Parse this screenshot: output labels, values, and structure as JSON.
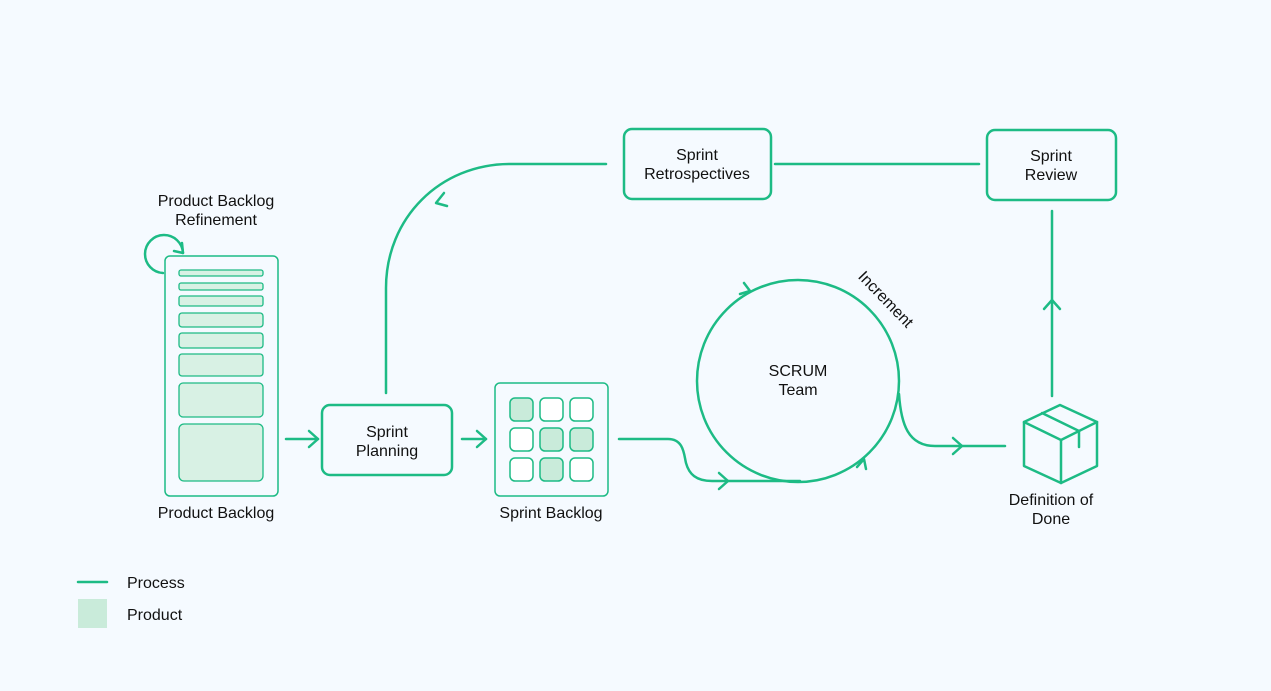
{
  "colors": {
    "process": "#1dbb85",
    "product": "#c9ebda",
    "background": "#f5faff"
  },
  "nodes": {
    "refinement": {
      "line1": "Product Backlog",
      "line2": "Refinement"
    },
    "product_backlog": {
      "label": "Product Backlog"
    },
    "sprint_planning": {
      "line1": "Sprint",
      "line2": "Planning"
    },
    "sprint_backlog": {
      "label": "Sprint Backlog"
    },
    "scrum_team": {
      "line1": "SCRUM",
      "line2": "Team"
    },
    "increment": {
      "label": "Increment"
    },
    "definition_of_done": {
      "line1": "Definition of",
      "line2": "Done"
    },
    "sprint_review": {
      "line1": "Sprint",
      "line2": "Review"
    },
    "sprint_retrospectives": {
      "line1": "Sprint",
      "line2": "Retrospectives"
    }
  },
  "sprint_backlog_grid": [
    [
      true,
      false,
      false
    ],
    [
      false,
      true,
      true
    ],
    [
      false,
      true,
      false
    ]
  ],
  "legend": {
    "process_label": "Process",
    "product_label": "Product"
  }
}
